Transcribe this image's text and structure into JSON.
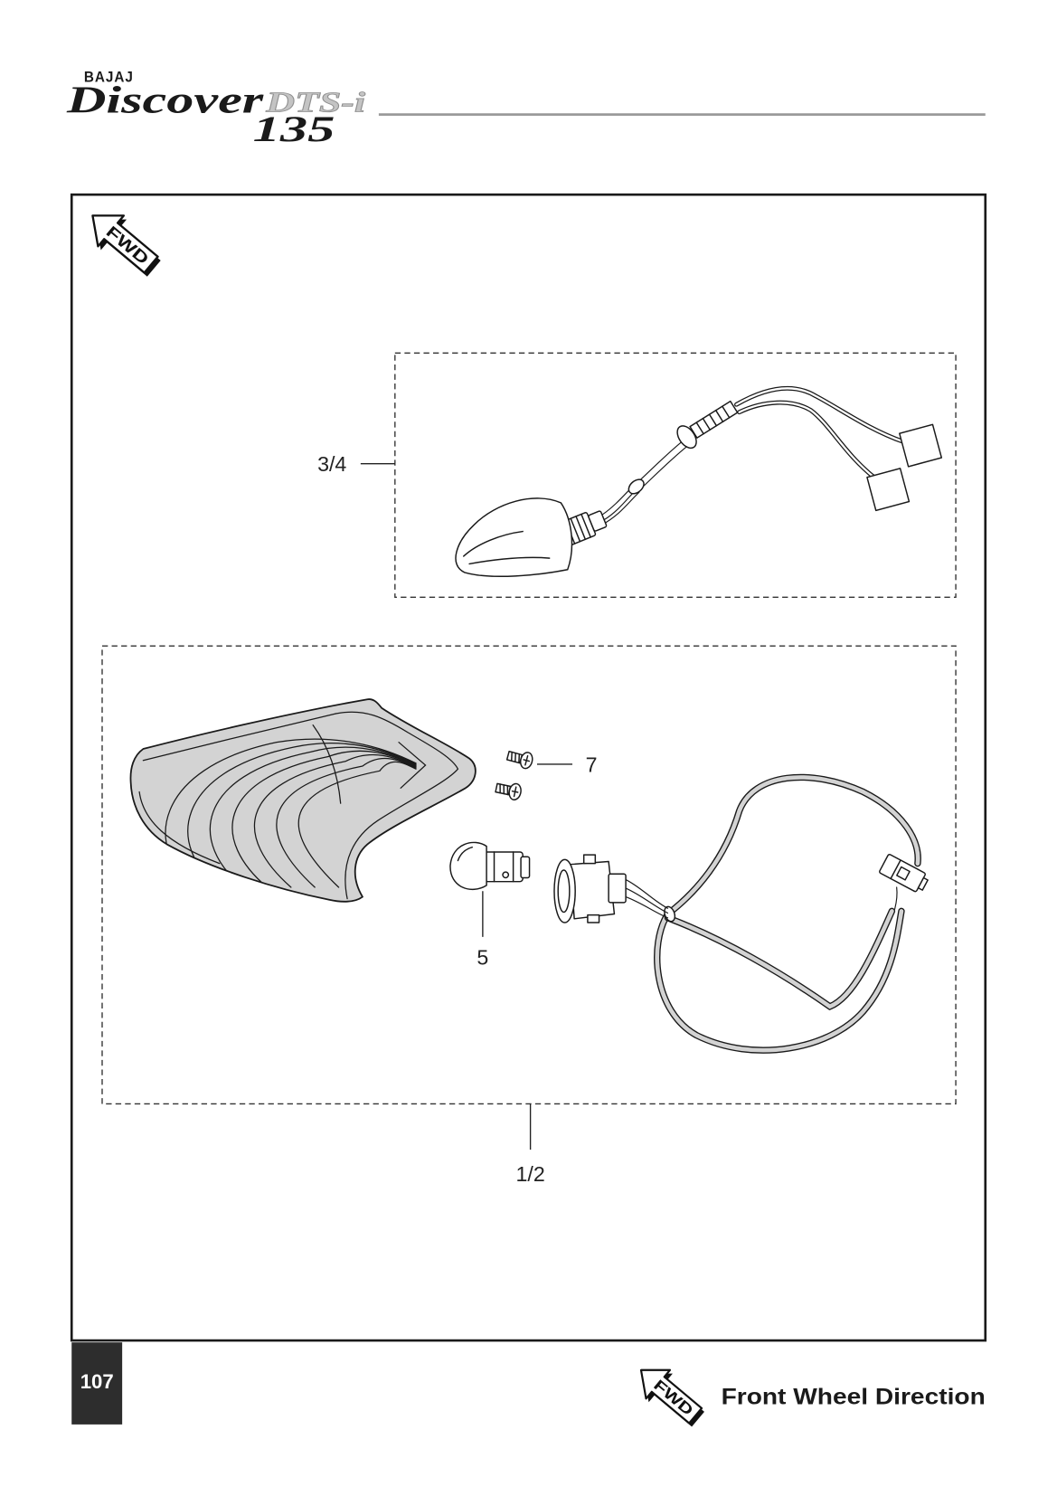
{
  "header": {
    "brand": "BAJAJ",
    "model": "Discover",
    "model_badge": "DTS-i",
    "model_number": "135"
  },
  "diagram": {
    "fwd_icon_label": "FWD",
    "callouts": {
      "turn_signal_assembly": "3/4",
      "screw": "7",
      "bulb": "5",
      "tail_lamp_assembly": "1/2"
    }
  },
  "footer": {
    "page_number": "107",
    "fwd_icon_label": "FWD",
    "fwd_legend": "Front Wheel Direction"
  },
  "icons": {
    "direction": "fwd-arrow-icon"
  },
  "colors": {
    "page_background": "#ffffff",
    "frame": "#1a1a1a",
    "header_rule": "#9a9a9a",
    "logo_badge": "#c4c4c4",
    "lens_fill": "#d3d3d3",
    "page_number_box": "#2d2d2d",
    "page_number_text": "#ffffff"
  }
}
